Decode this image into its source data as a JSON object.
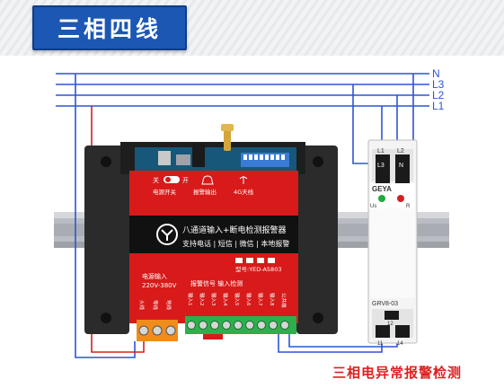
{
  "title": "三相四线",
  "caption": "三相电异常报警检测",
  "phases": [
    "N",
    "L3",
    "L2",
    "L1"
  ],
  "device": {
    "switch_off": "关",
    "switch_on": "开",
    "power_switch": "电源开关",
    "alarm_output": "报警输出",
    "antenna_4g": "4G天线",
    "name": "八通道输入+断电检测报警器",
    "features": "支持电话 | 短信 | 微信 | 本地报警",
    "model": "型号:YED-A5803",
    "power_in_title": "电源输入",
    "power_in_range": "220V-380V",
    "power_pins": [
      "火线",
      "零线",
      "地线"
    ],
    "signal_title": "报警信号 输入检测",
    "inputs": [
      "输入1",
      "输入2",
      "输入3",
      "输入4",
      "输入5",
      "输入6",
      "输入7",
      "输入8",
      "公共端"
    ]
  },
  "relay": {
    "top_terminals": [
      "L1",
      "L2"
    ],
    "mid_terminals": [
      "L3",
      "N"
    ],
    "brand": "GEYA",
    "led_labels": [
      "Us",
      "R"
    ],
    "model": "GRV8-03",
    "bottom_top": "12",
    "bottom_labels": [
      "11",
      "14"
    ]
  },
  "colors": {
    "wire_blue": "#2b55d6",
    "wire_red": "#d62020",
    "device_red": "#d81a1a",
    "title_blue": "#1c57b4"
  }
}
